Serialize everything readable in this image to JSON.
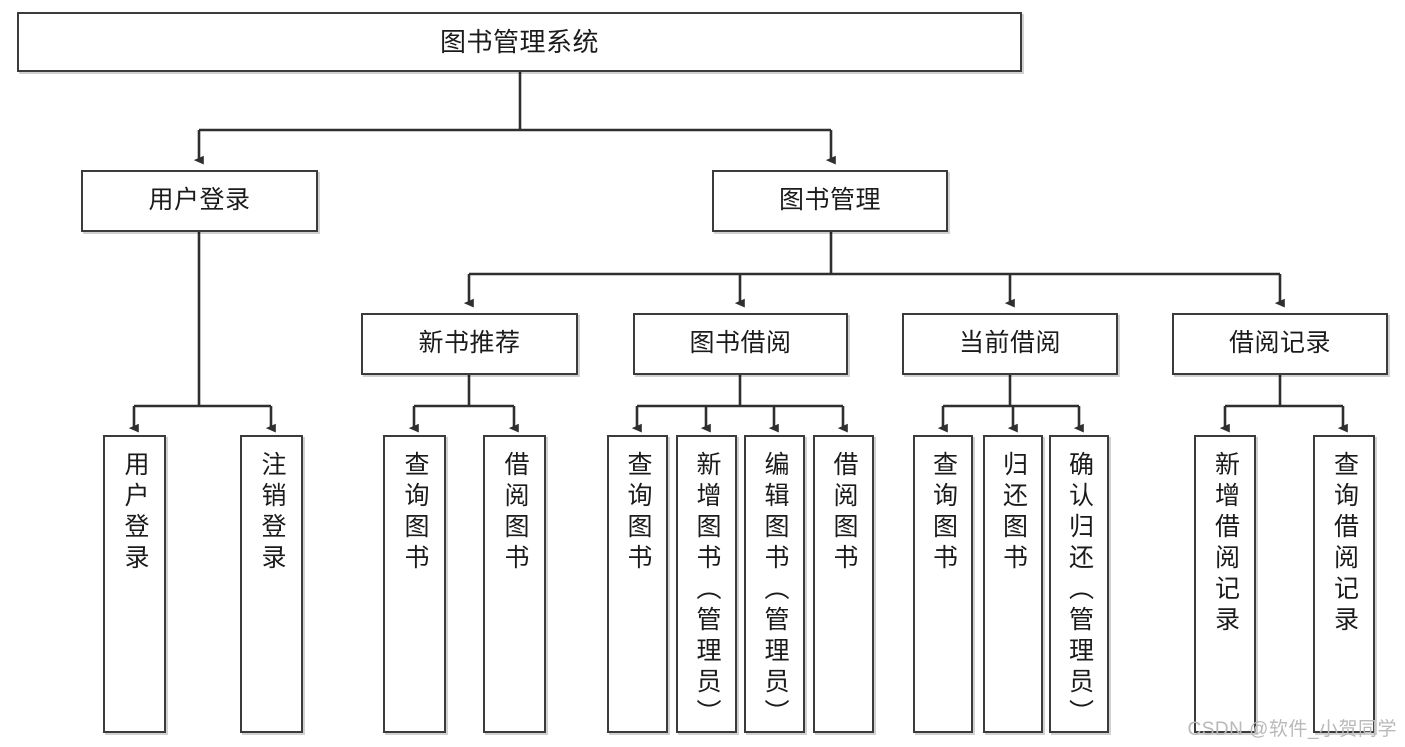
{
  "diagram": {
    "title": "图书管理系统",
    "watermark": "CSDN @软件_小贺同学",
    "colors": {
      "box_border": "#3b3b3b",
      "box_fill": "#ffffff",
      "connector": "#2f2f2f",
      "watermark": "#b9b9b9",
      "background": "#ffffff"
    },
    "root": {
      "label": "图书管理系统"
    },
    "level1": [
      {
        "label": "用户登录"
      },
      {
        "label": "图书管理"
      }
    ],
    "level2": [
      {
        "label": "新书推荐"
      },
      {
        "label": "图书借阅"
      },
      {
        "label": "当前借阅"
      },
      {
        "label": "借阅记录"
      }
    ],
    "leaves": {
      "user_login": [
        {
          "label": "用户登录"
        },
        {
          "label": "注销登录"
        }
      ],
      "new_book_recommend": [
        {
          "label": "查询图书"
        },
        {
          "label": "借阅图书"
        }
      ],
      "book_borrow": [
        {
          "label": "查询图书"
        },
        {
          "label": "新增图书（管理员）"
        },
        {
          "label": "编辑图书（管理员）"
        },
        {
          "label": "借阅图书"
        }
      ],
      "current_borrow": [
        {
          "label": "查询图书"
        },
        {
          "label": "归还图书"
        },
        {
          "label": "确认归还（管理员）"
        }
      ],
      "borrow_record": [
        {
          "label": "新增借阅记录"
        },
        {
          "label": "查询借阅记录"
        }
      ]
    }
  }
}
